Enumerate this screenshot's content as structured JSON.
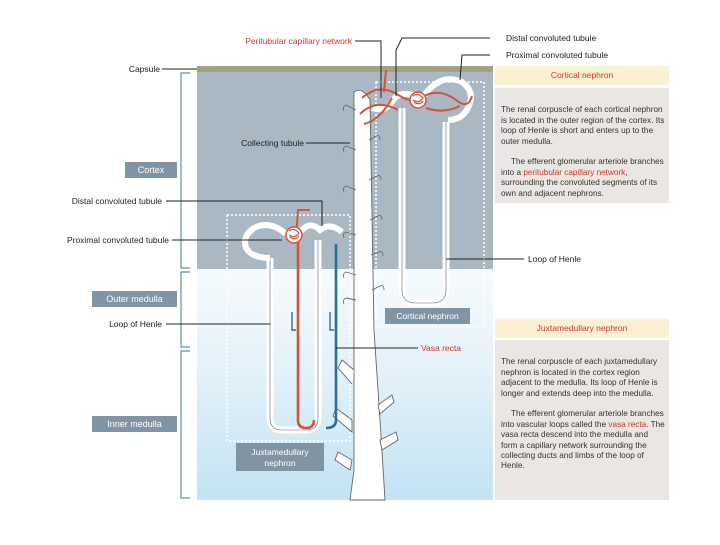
{
  "labels": {
    "peritubular_capillary_network": "Peritubular capillary network",
    "distal_convoluted_tubule_top": "Distal convoluted tubule",
    "proximal_convoluted_tubule_top": "Proximal convoluted tubule",
    "capsule": "Capsule",
    "collecting_tubule": "Collecting tubule",
    "distal_convoluted_tubule_left": "Distal convoluted tubule",
    "proximal_convoluted_tubule_left": "Proximal convoluted tubule",
    "loop_of_henle_right": "Loop of Henle",
    "loop_of_henle_left": "Loop of Henle",
    "vasa_recta": "Vasa recta"
  },
  "zones": {
    "cortex": "Cortex",
    "outer_medulla": "Outer medulla",
    "inner_medulla": "Inner medulla"
  },
  "nephron_tags": {
    "cortical": "Cortical nephron",
    "juxtamedullary_line1": "Juxtamedullary",
    "juxtamedullary_line2": "nephron"
  },
  "cortical_box": {
    "title": "Cortical nephron",
    "p1": "The renal corpuscle of each cortical nephron is located in the outer region of the cortex. Its loop of Henle is short and enters up to the outer medulla.",
    "p2_before": "The efferent glomerular arteriole branches into a ",
    "p2_highlight": "peritubular capillary network",
    "p2_after": ", surrounding the convoluted segments of its own and adjacent nephrons."
  },
  "juxta_box": {
    "title": "Juxtamedullary nephron",
    "p1": "The renal corpuscle of each juxtamedullary nephron is located in the cortex region adjacent to the medulla. Its loop of Henle is longer and extends deep into the medulla.",
    "p2_before": "The efferent glomerular arteriole branches into vascular loops called the ",
    "p2_highlight": "vasa recta",
    "p2_after": ". The vasa recta descend into the medulla and form a capillary network surrounding the collecting ducts and limbs of the loop of Henle."
  },
  "colors": {
    "cortex_bg": "#a9b8c2",
    "medulla_light": "#f3f9fc",
    "medulla_deep": "#c3e3f3",
    "zone_tag": "#8194a3",
    "bracket": "#5a8fb3",
    "red_vessel": "#d6503a",
    "blue_vessel": "#2a6f9a",
    "title_box": "#fbf0d2",
    "text_box": "#eae7e3",
    "accent_text": "#c8382a"
  }
}
